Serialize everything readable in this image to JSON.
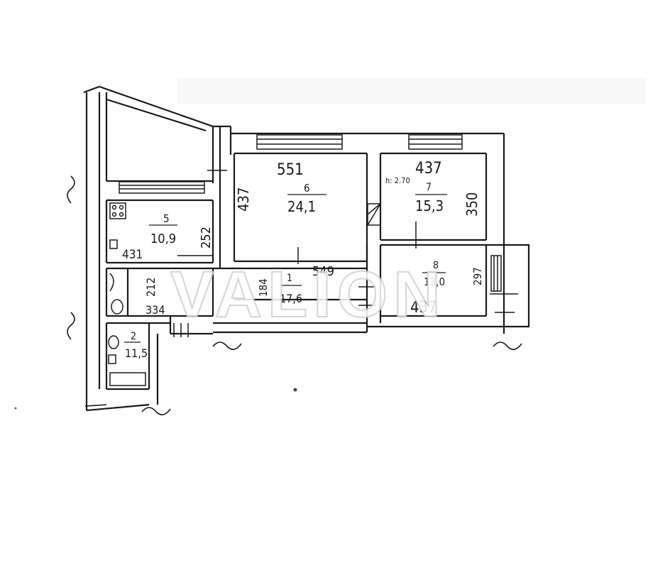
{
  "watermark": "VALION",
  "ceiling_note": "h: 2.70",
  "rooms": {
    "room_1": {
      "number": "1",
      "area": "17,6"
    },
    "room_2": {
      "number": "2",
      "area": "11,5"
    },
    "room_5": {
      "number": "5",
      "area": "10,9"
    },
    "room_6": {
      "number": "6",
      "area": "24,1"
    },
    "room_7": {
      "number": "7",
      "area": "15,3"
    },
    "room_8": {
      "number": "8",
      "area": "13,0"
    }
  },
  "dimensions": {
    "room6_width": "551",
    "room6_depth": "437",
    "room7_width": "437",
    "room7_depth": "350",
    "room5_depth": "252",
    "room5_width": "431",
    "room1_width": "549",
    "room1_depth": "184",
    "bath_depth": "212",
    "bath_width": "334",
    "room8_width": "437",
    "room8_depth": "297"
  },
  "colors": {
    "ink": "#1a1a1a",
    "paper": "#ffffff",
    "wall_fill": "#ffffff"
  }
}
